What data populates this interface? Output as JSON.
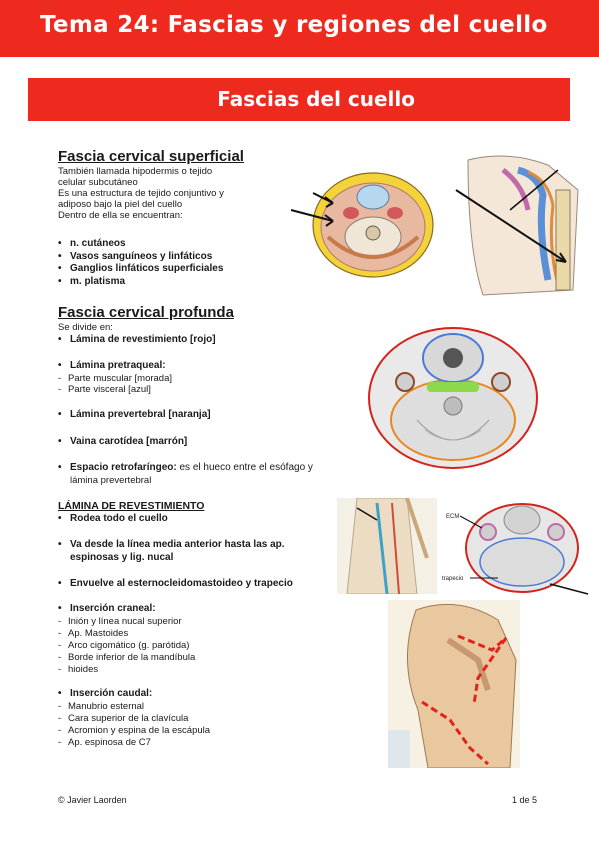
{
  "header": {
    "title": "Tema 24: Fascias y regiones del cuello"
  },
  "section": {
    "title": "Fascias del cuello"
  },
  "superficial": {
    "heading": "Fascia cervical superficial",
    "desc": [
      "También llamada hipodermis o tejido",
      "celular subcutáneo",
      "Es una estructura de tejido conjuntivo y",
      "adiposo bajo la piel del cuello",
      "Dentro de ella se encuentran:"
    ],
    "items": [
      "n. cutáneos",
      "Vasos sanguíneos y linfáticos",
      "Ganglios linfáticos superficiales",
      "m. platisma"
    ]
  },
  "profunda": {
    "heading": "Fascia cervical profunda",
    "intro": "Se divide en:",
    "laminas": [
      {
        "label": "Lámina de revestimiento [rojo]"
      },
      {
        "label": "Lámina pretraqueal:"
      },
      {
        "label": "Lámina prevertebral [naranja]"
      },
      {
        "label": "Vaina carotídea [marrón]"
      },
      {
        "label": "Espacio retrofaríngeo:",
        "rest": " es el hueco entre el esófago y",
        "cont": "lámina prevertebral"
      }
    ],
    "pretraqueal_sub": [
      "Parte muscular [morada]",
      "Parte visceral [azul]"
    ]
  },
  "revestimiento": {
    "heading": "LÁMINA DE REVESTIMIENTO",
    "items": [
      "Rodea todo el cuello",
      "Va desde la línea media anterior hasta las ap.",
      "espinosas y lig. nucal",
      "Envuelve al esternocleidomastoideo y trapecio"
    ],
    "craneal_title": "Inserción craneal:",
    "craneal": [
      "Inión y línea nucal superior",
      "Ap. Mastoides",
      "Arco cigomático (g. parótida)",
      "Borde inferior de la mandíbula",
      "hioides"
    ],
    "caudal_title": "Inserción caudal:",
    "caudal": [
      "Manubrio esternal",
      "Cara superior de la clavícula",
      "Acromion y espina de la escápula",
      "Ap. espinosa de C7"
    ]
  },
  "figure_labels": {
    "ecm": "ECM",
    "trapecio": "trapecio"
  },
  "footer": {
    "author": "© Javier Laorden",
    "page": "1 de 5"
  }
}
